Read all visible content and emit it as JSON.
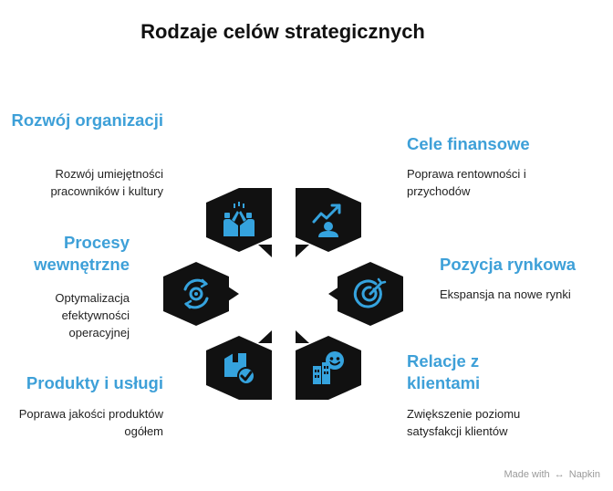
{
  "title": "Rodzaje celów strategicznych",
  "accent_color": "#3ea0d8",
  "hex_color": "#111111",
  "icon_color": "#35a3de",
  "items": [
    {
      "heading": "Rozwój organizacji",
      "description": "Rozwój umiejętności pracowników i kultury",
      "icon": "high-five-icon"
    },
    {
      "heading": "Cele finansowe",
      "description": "Poprawa rentowności i przychodów",
      "icon": "growth-person-icon"
    },
    {
      "heading": "Procesy wewnętrzne",
      "description": "Optymalizacja efektywności operacyjnej",
      "icon": "process-cycle-icon"
    },
    {
      "heading": "Pozycja rynkowa",
      "description": "Ekspansja na nowe rynki",
      "icon": "target-icon"
    },
    {
      "heading": "Produkty i usługi",
      "description": "Poprawa jakości produktów ogółem",
      "icon": "product-check-icon"
    },
    {
      "heading": "Relacje z klientami",
      "description": "Zwiększenie poziomu satysfakcji klientów",
      "icon": "customer-satisfaction-icon"
    }
  ],
  "footer": {
    "made_with": "Made with",
    "brand": "Napkin",
    "icon": "napkin-logo-icon"
  }
}
